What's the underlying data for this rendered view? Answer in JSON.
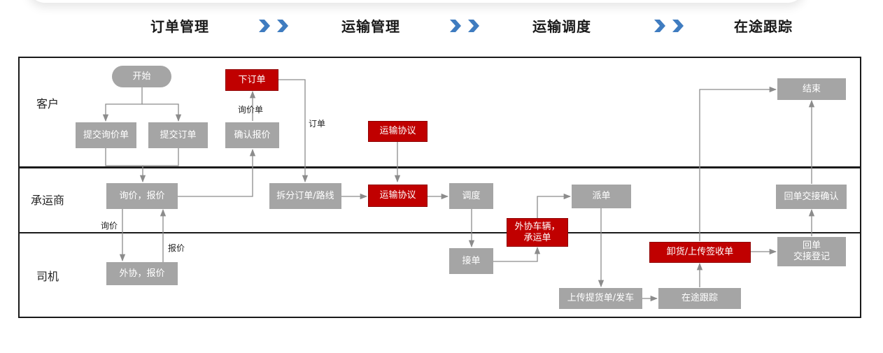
{
  "stages": [
    "订单管理",
    "运输管理",
    "运输调度",
    "在途跟踪"
  ],
  "lanes": {
    "customer": "客户",
    "carrier": "承运商",
    "driver": "司机"
  },
  "nodes": {
    "start": "开始",
    "submit_inquiry": "提交询价单",
    "submit_order": "提交订单",
    "confirm_quote": "确认报价",
    "place_order": "下订单",
    "transport_agreement_customer": "运输协议",
    "inquiry_quote": "询价，报价",
    "split_order": "拆分订单/路线",
    "transport_agreement": "运输协议",
    "dispatch": "调度",
    "outsource_vehicle": "外协车辆，\n承运单",
    "assign": "派单",
    "return_confirm": "回单交接确认",
    "outsource_quote": "外协，报价",
    "accept": "接单",
    "upload_delivery": "上传提货单/发车",
    "in_transit": "在途跟踪",
    "unload_sign": "卸货/上传签收单",
    "return_register": "回单\n交接登记",
    "end": "结束"
  },
  "edge_labels": {
    "inquiry_form": "询价单",
    "order": "订单",
    "inquiry": "询价",
    "quote": "报价"
  },
  "colors": {
    "gray_node": "#a5a5a5",
    "red_node": "#c00000",
    "chevron": "#3f7cc0",
    "arrow": "#8c8c8c",
    "border": "#1a1a1a"
  }
}
